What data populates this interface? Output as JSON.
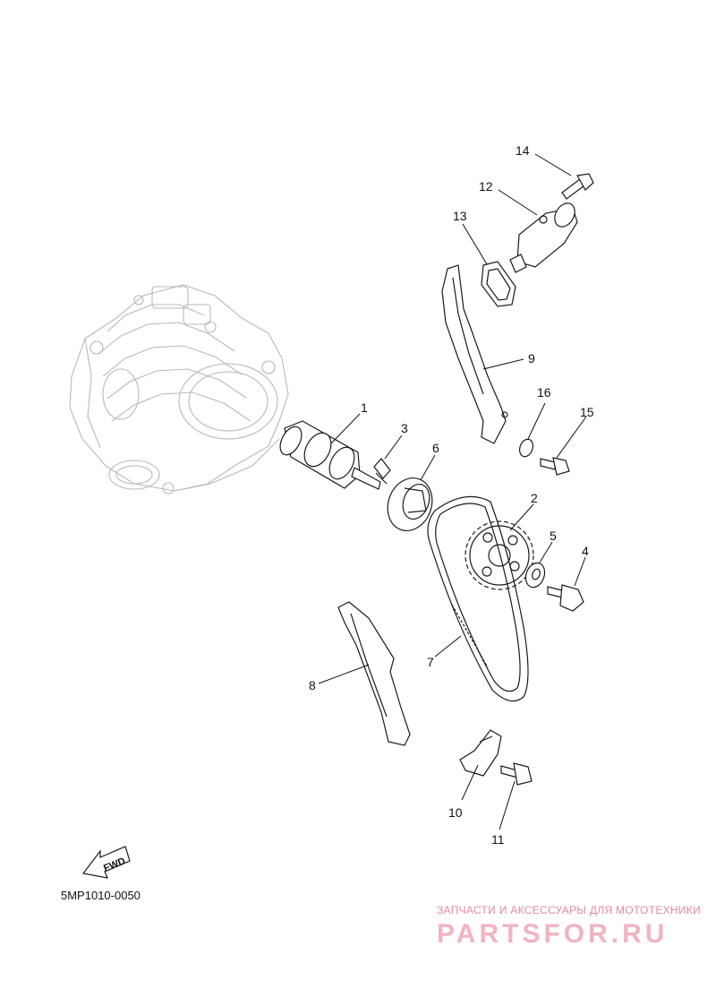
{
  "diagram": {
    "code": "5MP1010-0050",
    "fwd_label": "FWD",
    "callouts": [
      {
        "id": "1",
        "label": "1"
      },
      {
        "id": "2",
        "label": "2"
      },
      {
        "id": "3",
        "label": "3"
      },
      {
        "id": "4",
        "label": "4"
      },
      {
        "id": "5",
        "label": "5"
      },
      {
        "id": "6",
        "label": "6"
      },
      {
        "id": "7",
        "label": "7"
      },
      {
        "id": "8",
        "label": "8"
      },
      {
        "id": "9",
        "label": "9"
      },
      {
        "id": "10",
        "label": "10"
      },
      {
        "id": "11",
        "label": "11"
      },
      {
        "id": "12",
        "label": "12"
      },
      {
        "id": "13",
        "label": "13"
      },
      {
        "id": "14",
        "label": "14"
      },
      {
        "id": "15",
        "label": "15"
      },
      {
        "id": "16",
        "label": "16"
      }
    ]
  },
  "watermark": {
    "tagline": "ЗАПЧАСТИ И АКСЕССУАРЫ ДЛЯ МОТОТЕХНИКИ",
    "brand": "PARTSFOR.RU"
  }
}
